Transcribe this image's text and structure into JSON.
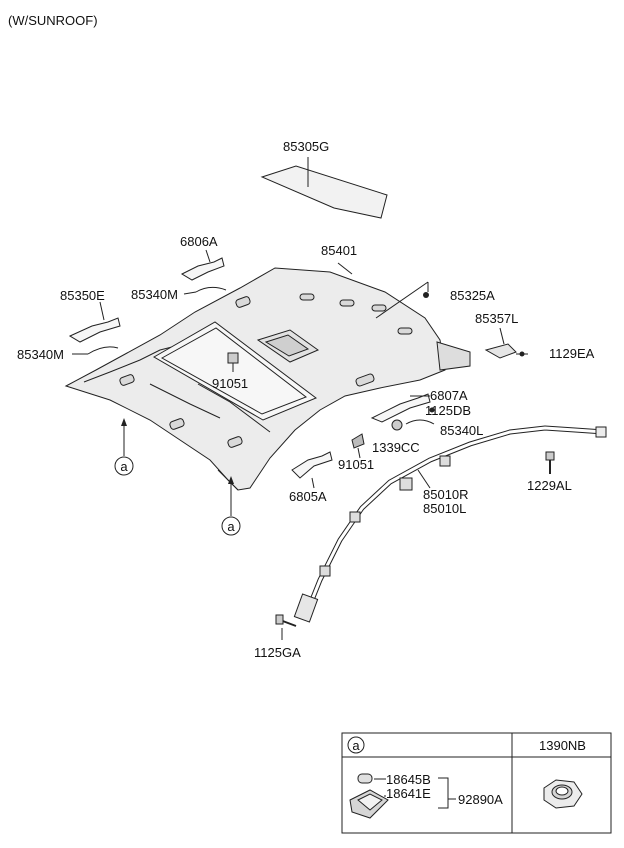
{
  "header": {
    "variant": "(W/SUNROOF)"
  },
  "parts": {
    "p85305G": "85305G",
    "p6806A": "6806A",
    "p85401": "85401",
    "p85350E": "85350E",
    "p85340M_top": "85340M",
    "p85325A": "85325A",
    "p85357L": "85357L",
    "p1129EA": "1129EA",
    "p85340M_left": "85340M",
    "p91051_center": "91051",
    "p6807A": "6807A",
    "p1125DB": "1125DB",
    "p85340L": "85340L",
    "p1339CC": "1339CC",
    "p91051_lower": "91051",
    "p6805A": "6805A",
    "p85010R": "85010R",
    "p85010L": "85010L",
    "p1229AL": "1229AL",
    "p1125GA": "1125GA"
  },
  "callouts": {
    "left": "a",
    "bottom": "a"
  },
  "legend_table": {
    "col1_marker": "a",
    "col2_header": "1390NB",
    "p18645B": "18645B",
    "p18641E": "18641E",
    "p92890A": "92890A"
  },
  "colors": {
    "line": "#222222",
    "panel": "#efefef",
    "background": "#ffffff"
  }
}
